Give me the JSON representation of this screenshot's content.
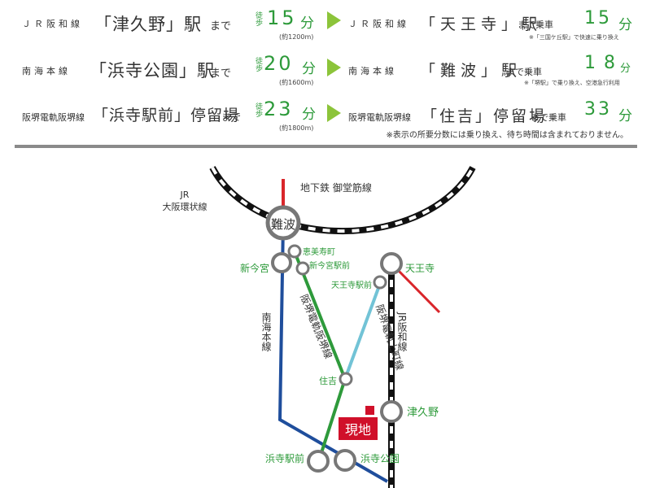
{
  "routes": [
    {
      "from_line": "ＪＲ阪和線",
      "from_station": "「津久野」駅",
      "from_suffix": "まで",
      "walk": "徒歩",
      "minutes": "15",
      "minutes_unit": "分",
      "approx": "(約1200m)",
      "to_line": "ＪＲ阪和線",
      "to_station": "「天王寺」駅",
      "to_suffix": "まで乗車",
      "ride_minutes": "15",
      "ride_unit": "分",
      "note": "※「三国ケ丘駅」で快速に乗り換え"
    },
    {
      "from_line": "南海本線",
      "from_station": "「浜寺公園」駅",
      "from_suffix": "まで",
      "walk": "徒歩",
      "minutes": "20",
      "minutes_unit": "分",
      "approx": "(約1600m)",
      "to_line": "南海本線",
      "to_station": "「難波」駅",
      "to_suffix": "まで乗車",
      "ride_minutes": "18",
      "ride_unit": "分",
      "note": "※「堺駅」で乗り換え、空港急行利用"
    },
    {
      "from_line": "阪堺電軌阪堺線",
      "from_station": "「浜寺駅前」停留場",
      "from_suffix": "まで",
      "walk": "徒歩",
      "minutes": "23",
      "minutes_unit": "分",
      "approx": "(約1800m)",
      "to_line": "阪堺電軌阪堺線",
      "to_station": "「住吉」停留場",
      "to_suffix": "まで乗車",
      "ride_minutes": "33",
      "ride_unit": "分",
      "note": ""
    }
  ],
  "footnote": "※表示の所要分数には乗り換え、待ち時間は含まれておりません。",
  "map": {
    "loop_label_1": "JR",
    "loop_label_2": "大阪環状線",
    "subway_label": "地下鉄 御堂筋線",
    "stations": {
      "namba": "難波",
      "ebisucho": "恵美寿町",
      "shinimamiya": "新今宮",
      "shinimamiya_ekimae": "新今宮駅前",
      "tennoji": "天王寺",
      "tennoji_ekimae": "天王寺駅前",
      "sumiyoshi": "住吉",
      "tsukuno": "津久野",
      "hamadera_ekimae": "浜寺駅前",
      "hamadera_koen": "浜寺公園"
    },
    "lines": {
      "nankai": "南海本線",
      "hankai": "阪堺電軌阪堺線",
      "uemachi": "阪堺電軌上町線",
      "hanwa": "JR阪和線"
    },
    "site_label": "現地",
    "colors": {
      "loop": "#111111",
      "subway": "#d9262b",
      "nankai": "#1f4e9c",
      "hankai": "#2e9a3b",
      "uemachi": "#72c3d6",
      "hanwa": "#111111",
      "station_label": "#2d9a3a",
      "site": "#d0102a"
    }
  }
}
